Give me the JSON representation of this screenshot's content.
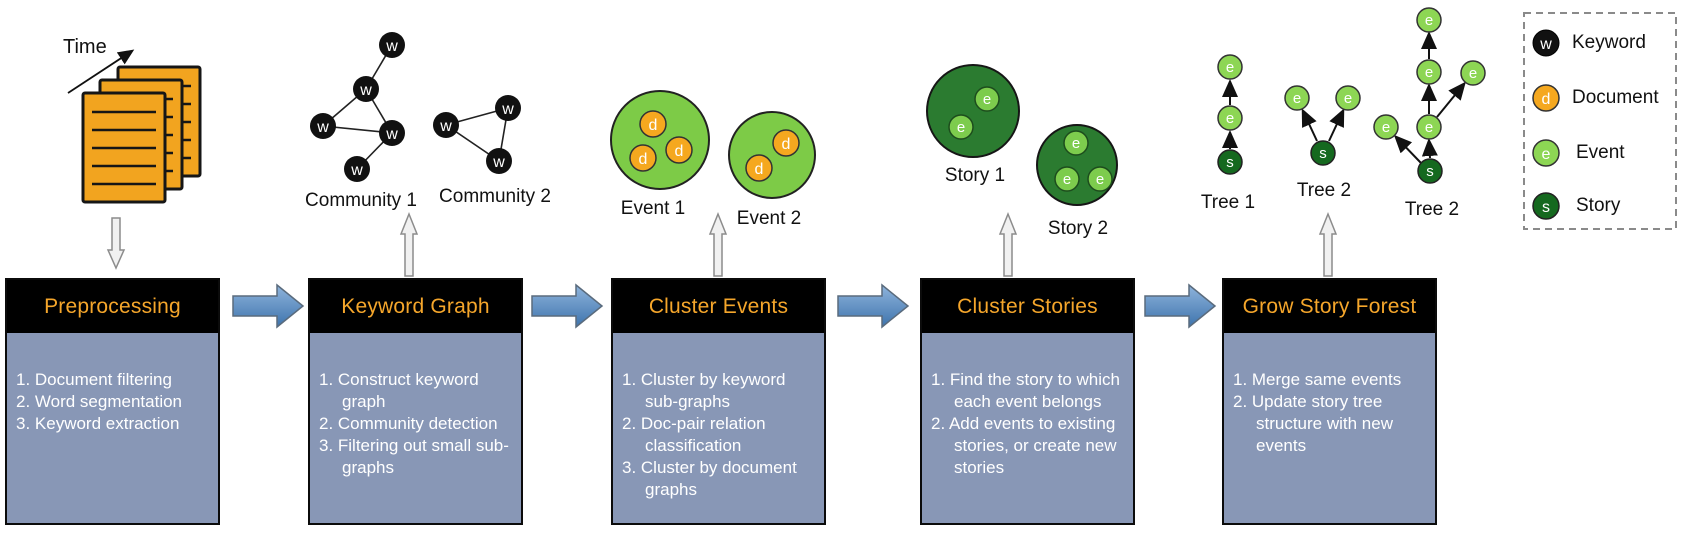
{
  "colors": {
    "stage_header_bg": "#000000",
    "stage_title_text": "#F5A62B",
    "stage_body_bg": "#8897B6",
    "stage_body_text": "#FFFFFF",
    "keyword_node": "#111111",
    "document_node": "#F5A81F",
    "event_node": "#8CD44E",
    "event_cluster": "#7DCB47",
    "story_node": "#15691F",
    "story_cluster": "#2B7B30",
    "flow_arrow_top": "#8FB4DC",
    "flow_arrow_bottom": "#3E74AD",
    "hollow_arrow": "#F1F1F1"
  },
  "letters": {
    "keyword": "w",
    "document": "d",
    "event": "e",
    "story": "s"
  },
  "labels": {
    "time": "Time",
    "community1": "Community 1",
    "community2": "Community 2",
    "event1": "Event 1",
    "event2": "Event 2",
    "story1": "Story 1",
    "story2": "Story 2",
    "tree1": "Tree 1",
    "tree2": "Tree 2",
    "tree3": "Tree 2"
  },
  "legend": {
    "items": [
      {
        "symbol": "w",
        "label": "Keyword"
      },
      {
        "symbol": "d",
        "label": "Document"
      },
      {
        "symbol": "e",
        "label": "Event"
      },
      {
        "symbol": "s",
        "label": "Story"
      }
    ]
  },
  "stages": [
    {
      "title": "Preprocessing",
      "steps": [
        "1. Document filtering",
        "2. Word segmentation",
        "3. Keyword extraction"
      ]
    },
    {
      "title": "Keyword Graph",
      "steps": [
        "1. Construct keyword graph",
        "2. Community detection",
        "3. Filtering out small sub-graphs"
      ]
    },
    {
      "title": "Cluster Events",
      "steps": [
        "1. Cluster by keyword sub-graphs",
        "2. Doc-pair relation classification",
        "3. Cluster by document graphs"
      ]
    },
    {
      "title": "Cluster Stories",
      "steps": [
        "1. Find the story to which each event belongs",
        "2. Add events to existing stories, or create new stories"
      ]
    },
    {
      "title": "Grow Story Forest",
      "steps": [
        "1. Merge same events",
        "2. Update story tree structure with new events"
      ]
    }
  ]
}
